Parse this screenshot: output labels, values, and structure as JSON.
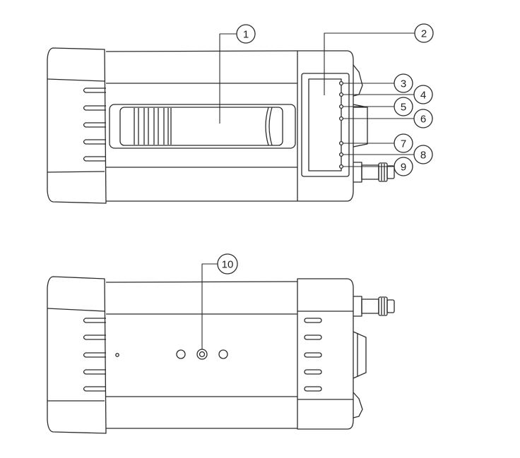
{
  "diagram": {
    "callouts": [
      {
        "id": "callout-1",
        "number": "1"
      },
      {
        "id": "callout-2",
        "number": "2"
      },
      {
        "id": "callout-3",
        "number": "3"
      },
      {
        "id": "callout-4",
        "number": "4"
      },
      {
        "id": "callout-5",
        "number": "5"
      },
      {
        "id": "callout-6",
        "number": "6"
      },
      {
        "id": "callout-7",
        "number": "7"
      },
      {
        "id": "callout-8",
        "number": "8"
      },
      {
        "id": "callout-9",
        "number": "9"
      },
      {
        "id": "callout-10",
        "number": "10"
      }
    ],
    "colors": {
      "line": "#2a2a2a",
      "background": "#ffffff"
    },
    "views": [
      "top-view",
      "side-view"
    ]
  }
}
